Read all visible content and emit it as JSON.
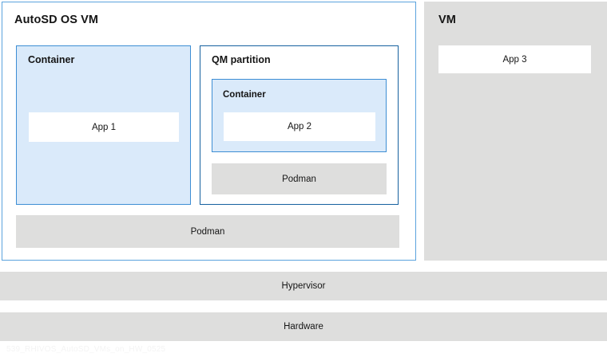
{
  "diagram": {
    "title": "RHIVOS AutoSD VMs on HW",
    "watermark": "539_RHIVOS_AutoSD_VMs_on_HW_0525",
    "colors": {
      "autosd_border": "#5ba3dd",
      "qm_border": "#16619f",
      "container_border": "#3d8ed4",
      "container_fill": "#daeafa",
      "grey_fill": "#dededd",
      "white_fill": "#ffffff",
      "text": "#151515"
    }
  },
  "autosd_vm": {
    "title": "AutoSD OS VM",
    "container": {
      "title": "Container",
      "app": "App 1"
    },
    "qm_partition": {
      "title": "QM partition",
      "container": {
        "title": "Container",
        "app": "App 2"
      },
      "podman": "Podman"
    },
    "podman": "Podman"
  },
  "vm": {
    "title": "VM",
    "app": "App 3"
  },
  "platform": {
    "hypervisor": "Hypervisor",
    "hardware": "Hardware"
  }
}
